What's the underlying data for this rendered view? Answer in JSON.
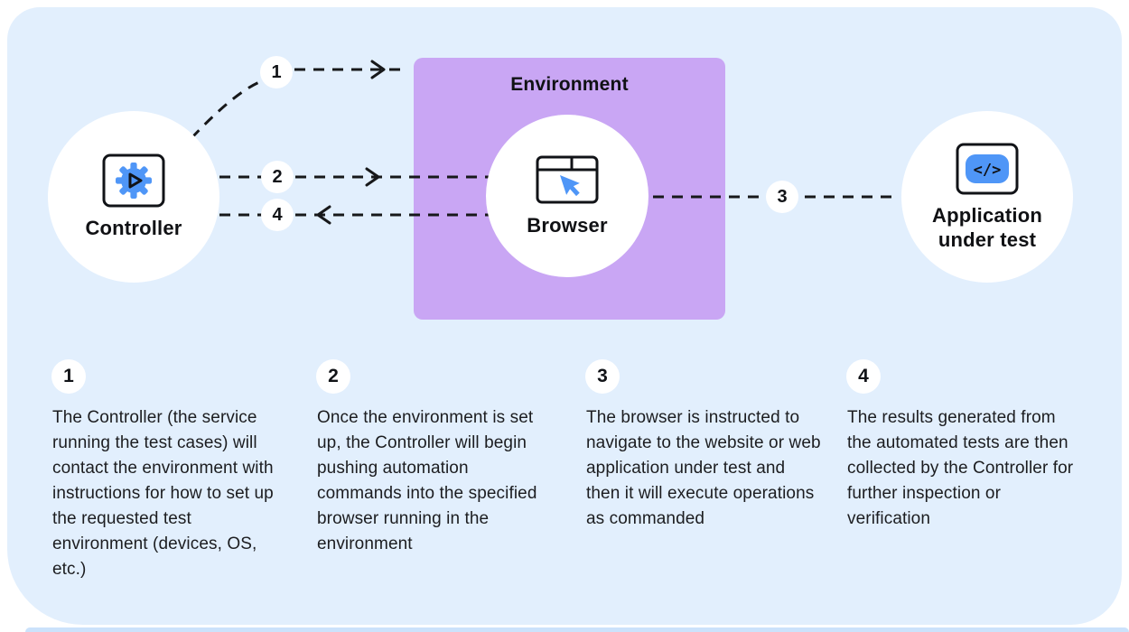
{
  "diagram": {
    "environment_label": "Environment",
    "nodes": [
      {
        "label": "Controller"
      },
      {
        "label": "Browser"
      },
      {
        "label": "Application under test"
      }
    ],
    "arrow_badges": [
      {
        "number": "1"
      },
      {
        "number": "2"
      },
      {
        "number": "3"
      },
      {
        "number": "4"
      }
    ]
  },
  "steps": [
    {
      "number": "1",
      "text": "The Controller (the service running the test cases) will contact the environment with instructions for how to set up the requested test environment (devices, OS, etc.)"
    },
    {
      "number": "2",
      "text": "Once the environment is set up, the Controller will begin pushing automation commands into the specified browser running in the environment"
    },
    {
      "number": "3",
      "text": "The browser is instructed to navigate to the website or web application under test and then it will execute operations as commanded"
    },
    {
      "number": "4",
      "text": "The results generated from the automated tests are then collected by the Controller for further inspection or verification"
    }
  ],
  "colors": {
    "panel_bg": "#E2EFFD",
    "environment_box": "#C9A6F4",
    "icon_blue": "#4F96F7",
    "arrow_ink": "#17181A",
    "bottom_bar": "#CBE2FB"
  }
}
